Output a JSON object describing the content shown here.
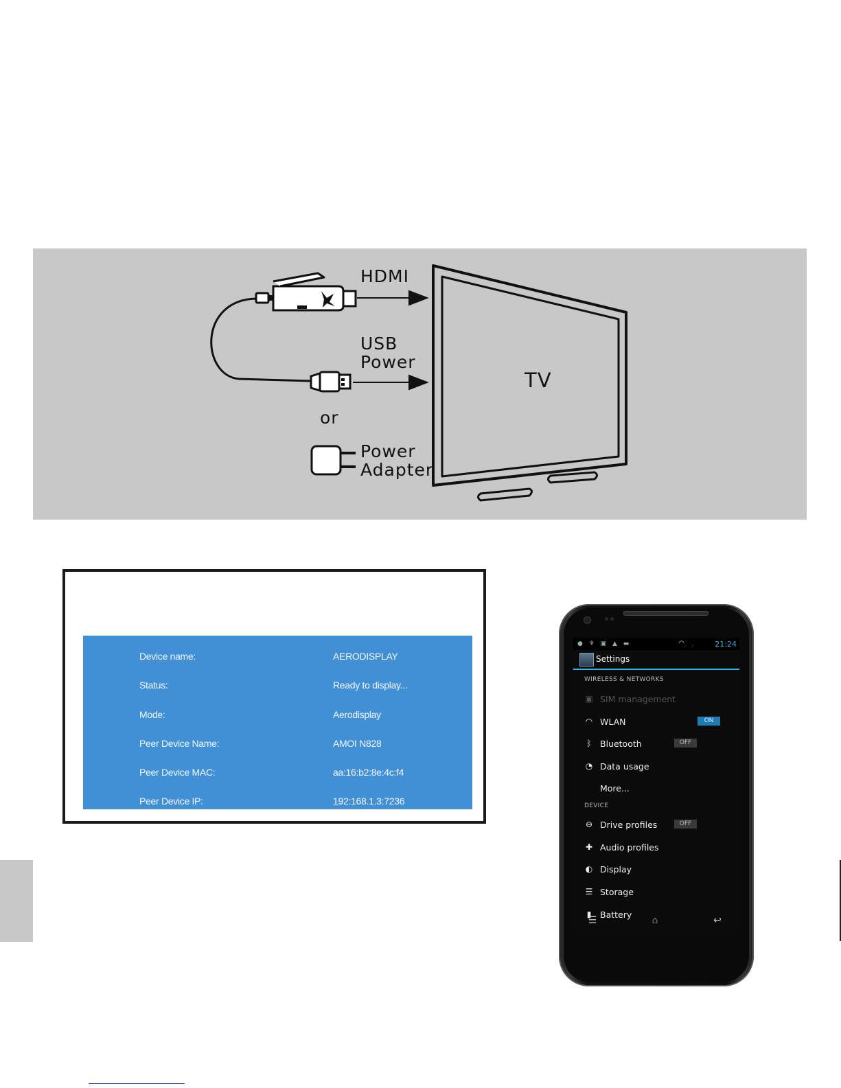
{
  "diagram": {
    "labels": {
      "hdmi": "HDMI",
      "usb": "USB",
      "power": "Power",
      "tv": "TV",
      "or": "or",
      "adapter_1": "Power",
      "adapter_2": "Adapter"
    }
  },
  "info_panel": {
    "rows": [
      {
        "key": "Device name:",
        "value": "AERODISPLAY"
      },
      {
        "key": "Status:",
        "value": "Ready to display..."
      },
      {
        "key": "Mode:",
        "value": "Aerodisplay"
      },
      {
        "key": "Peer Device Name:",
        "value": "AMOI N828"
      },
      {
        "key": "Peer Device MAC:",
        "value": "aa:16:b2:8e:4c:f4"
      },
      {
        "key": "Peer Device IP:",
        "value": "192:168.1.3:7236"
      }
    ],
    "colors": {
      "panel": "#4190d6"
    }
  },
  "phone": {
    "status_bar": {
      "time": "21:24"
    },
    "app_title": "Settings",
    "sections": {
      "wireless": "WIRELESS & NETWORKS",
      "device": "DEVICE"
    },
    "items": [
      {
        "label": "SIM management",
        "icon": "sim-icon",
        "glyph": "▣",
        "disabled": true
      },
      {
        "label": "WLAN",
        "icon": "wifi-icon",
        "glyph": "◠",
        "toggle": "ON"
      },
      {
        "label": "Bluetooth",
        "icon": "bluetooth-icon",
        "glyph": "ᛒ",
        "toggle": "OFF"
      },
      {
        "label": "Data usage",
        "icon": "data-usage-icon",
        "glyph": "◔"
      },
      {
        "label": "More...",
        "icon": "",
        "glyph": ""
      },
      {
        "label": "Drive profiles",
        "icon": "drive-profiles-icon",
        "glyph": "⊖",
        "toggle": "OFF"
      },
      {
        "label": "Audio profiles",
        "icon": "audio-profiles-icon",
        "glyph": "✚"
      },
      {
        "label": "Display",
        "icon": "display-icon",
        "glyph": "◐"
      },
      {
        "label": "Storage",
        "icon": "storage-icon",
        "glyph": "☰"
      },
      {
        "label": "Battery",
        "icon": "battery-icon",
        "glyph": "▮"
      }
    ],
    "nav_keys": [
      "menu-icon",
      "home-icon",
      "back-icon"
    ],
    "accent": "#33b5e5"
  }
}
